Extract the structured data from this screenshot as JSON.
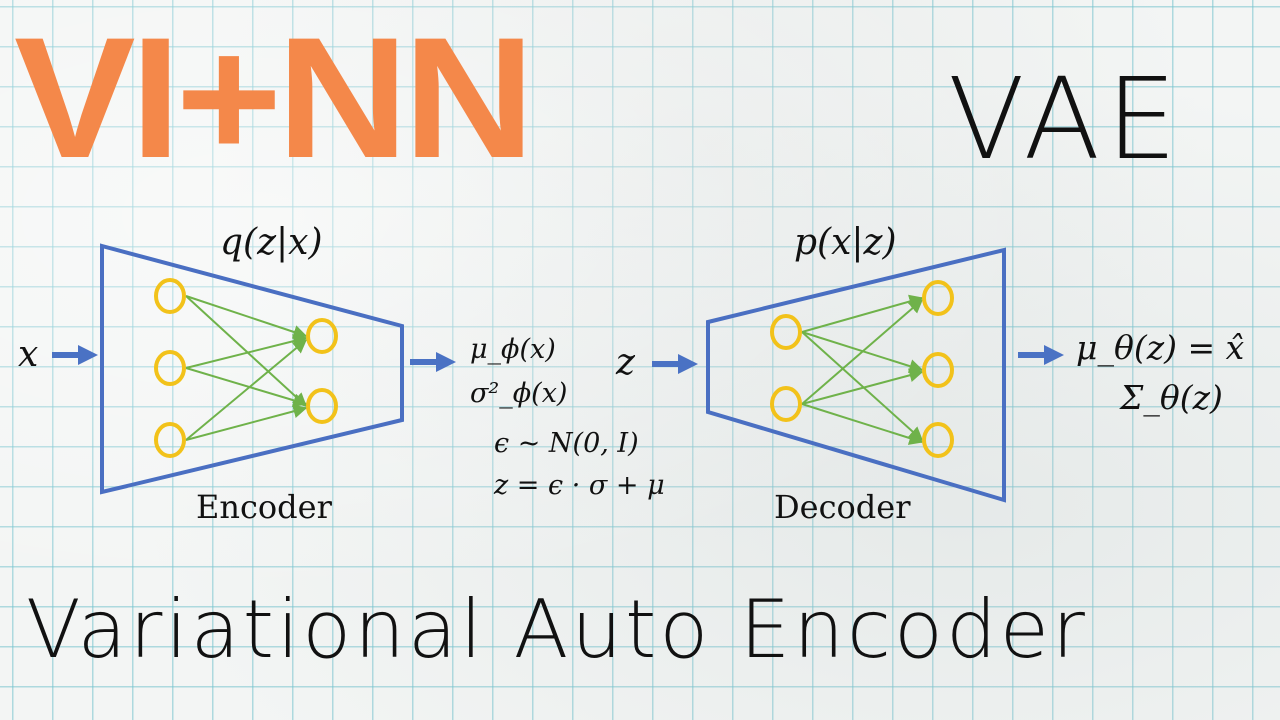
{
  "logo": "VI+NN",
  "short_title": "VAE",
  "subtitle": "Variational Auto Encoder",
  "encoder": {
    "distribution": "q(z|x)",
    "input": "x",
    "label": "Encoder",
    "outputs": [
      "μ_ϕ(x)",
      "σ²_ϕ(x)"
    ]
  },
  "sampling": {
    "noise": "ϵ ~ N(0, I)",
    "reparam": "z = ϵ · σ + μ"
  },
  "decoder": {
    "distribution": "p(x|z)",
    "input": "z",
    "label": "Decoder",
    "outputs": [
      "μ_θ(z) = x̂",
      "Σ_θ(z)"
    ]
  },
  "colors": {
    "logo": "#f4884a",
    "box": "#4a6fc2",
    "arrow": "#4a72c4",
    "node": "#f2c21a",
    "edge": "#6fb24a"
  }
}
